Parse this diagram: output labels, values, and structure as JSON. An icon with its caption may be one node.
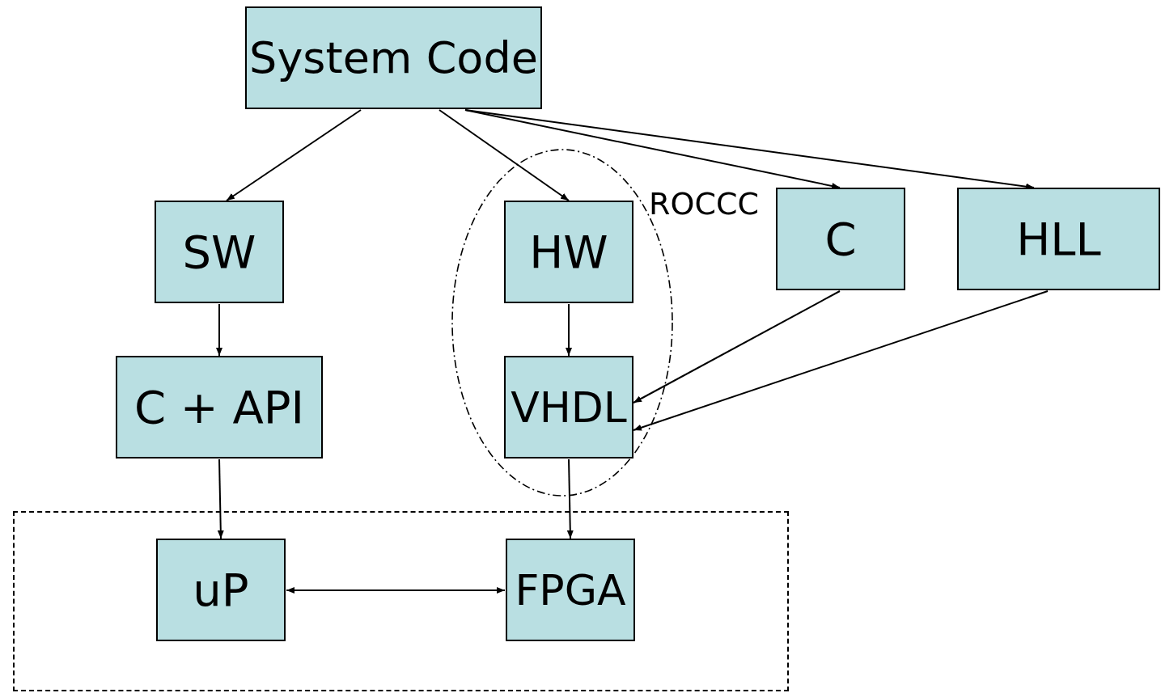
{
  "diagram": {
    "nodes": [
      {
        "text": [
          "System Code"
        ]
      },
      {
        "text": [
          "SW"
        ]
      },
      {
        "text": [
          "ROCCC"
        ]
      },
      {
        "text": [
          "HW"
        ],
        "in": 2
      },
      {
        "text": [
          "C"
        ]
      },
      {
        "text": [
          "HLL"
        ]
      },
      {
        "text": [
          "C + API"
        ]
      },
      {
        "text": [
          "VHDL"
        ],
        "in": 2
      },
      {
        "text": [],
        "shape": "box"
      },
      {
        "text": [
          "uP"
        ],
        "in": 8
      },
      {
        "text": [
          "FPGA"
        ],
        "in": 8
      }
    ],
    "edges": [
      {
        "from": 0,
        "to": 1,
        "arrow": "to"
      },
      {
        "from": 0,
        "to": 3,
        "arrow": "to"
      },
      {
        "from": 0,
        "to": 4,
        "arrow": "to"
      },
      {
        "from": 0,
        "to": 5,
        "arrow": "to"
      },
      {
        "from": 1,
        "to": 6,
        "arrow": "to"
      },
      {
        "from": 3,
        "to": 7,
        "arrow": "to"
      },
      {
        "from": 4,
        "to": 7,
        "arrow": "to"
      },
      {
        "from": 5,
        "to": 7,
        "arrow": "to"
      },
      {
        "from": 6,
        "to": 9,
        "arrow": "to"
      },
      {
        "from": 7,
        "to": 10,
        "arrow": "to"
      },
      {
        "from": 9,
        "to": 10,
        "arrow": "both"
      }
    ]
  }
}
